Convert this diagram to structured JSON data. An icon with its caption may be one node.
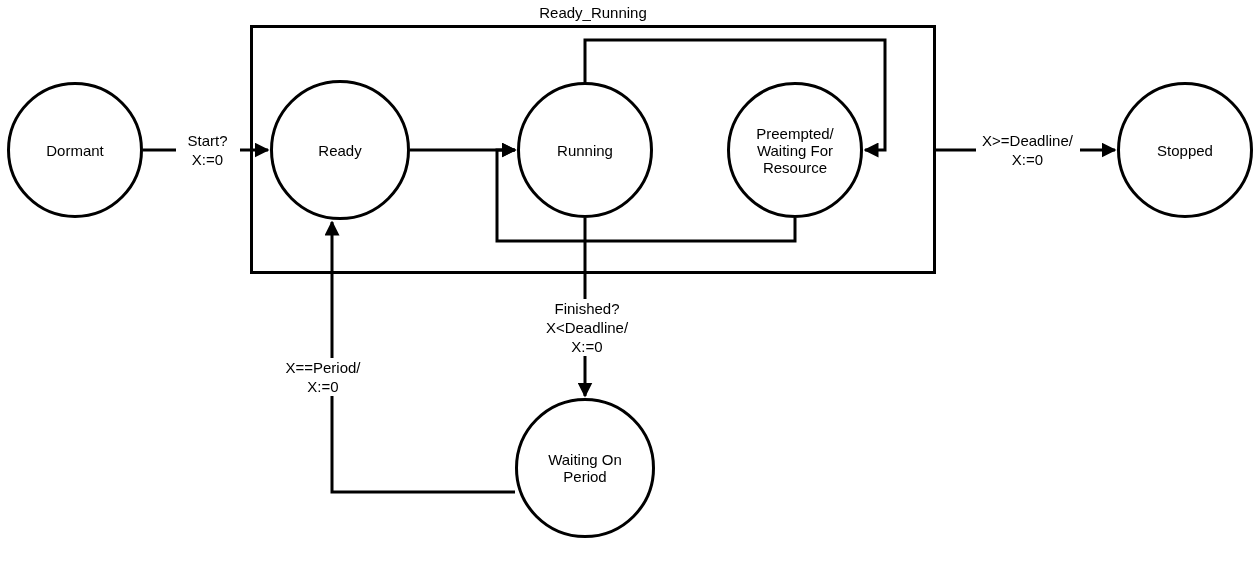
{
  "diagram": {
    "nodes": [
      {
        "text": [
          "Dormant"
        ]
      },
      {
        "text": [
          "Ready_Running"
        ]
      },
      {
        "text": [
          "Ready"
        ],
        "in": 1
      },
      {
        "text": [
          "Running"
        ],
        "in": 1
      },
      {
        "text": [
          "Preempted/ Waiting For Resource"
        ],
        "in": 1
      },
      {
        "text": [
          "Stopped"
        ]
      },
      {
        "text": [
          "Waiting On Period"
        ]
      }
    ],
    "edges": [
      {
        "from": 0,
        "to": 2,
        "arrow": "to",
        "label": "Start? X:=0"
      },
      {
        "from": 2,
        "to": 3,
        "arrow": "to"
      },
      {
        "from": 3,
        "to": 4,
        "arrow": "to"
      },
      {
        "from": 4,
        "to": 3,
        "arrow": "to"
      },
      {
        "from": 1,
        "to": 5,
        "arrow": "to",
        "label": "X>=Deadline/ X:=0"
      },
      {
        "from": 3,
        "to": 6,
        "arrow": "to",
        "label": "Finished? X<Deadline/ X:=0"
      },
      {
        "from": 6,
        "to": 2,
        "arrow": "to",
        "label": "X==Period/ X:=0"
      }
    ]
  }
}
